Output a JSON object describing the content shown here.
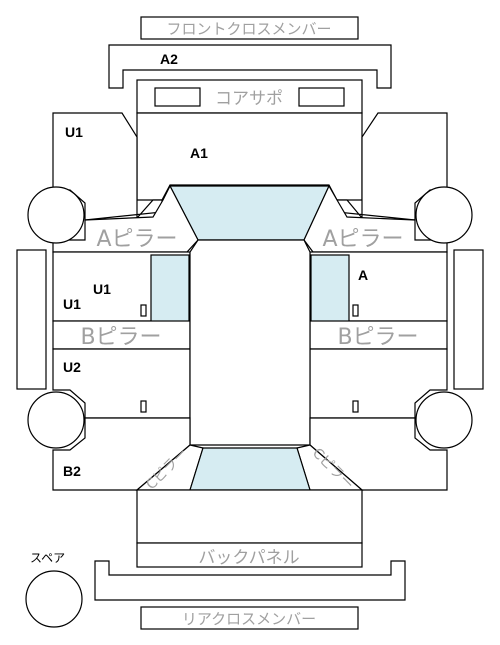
{
  "parts": {
    "front_cross_member": "フロントクロスメンバー",
    "core_support": "コアサポ",
    "a_pillar_left": "Aピラー",
    "a_pillar_right": "Aピラー",
    "b_pillar_left": "Bピラー",
    "b_pillar_right": "Bピラー",
    "c_pillar_left": "Cピラー",
    "c_pillar_right": "Cピラー",
    "back_panel": "バックパネル",
    "rear_cross_member": "リアクロスメンバー",
    "spare": "スペア"
  },
  "codes": {
    "front_cross_member_code": "A2",
    "hood_code": "A1",
    "front_left_fender": "U1",
    "front_left_door_outer": "U1",
    "front_left_door_inner": "U1",
    "rear_left_door": "U2",
    "rear_left_quarter": "B2",
    "front_right_door": "A"
  },
  "colors": {
    "glass": "#d6ecf2",
    "outline": "#000000",
    "part_label": "#a0a0a0"
  }
}
